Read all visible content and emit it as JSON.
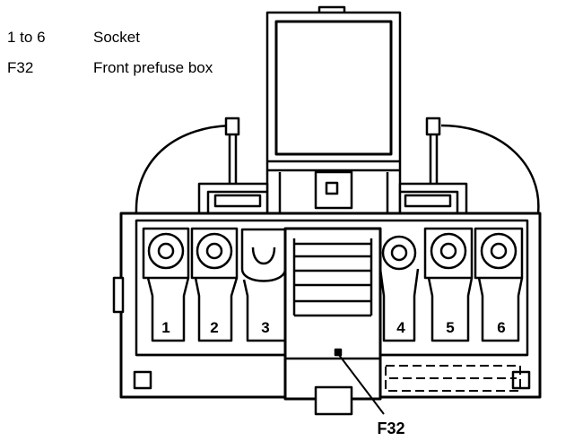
{
  "legend": {
    "items": [
      {
        "key": "1 to 6",
        "description": "Socket"
      },
      {
        "key": "F32",
        "description": "Front prefuse box"
      }
    ]
  },
  "diagram": {
    "socket_numbers": [
      "1",
      "2",
      "3",
      "4",
      "5",
      "6"
    ],
    "callout_label": "F32"
  }
}
